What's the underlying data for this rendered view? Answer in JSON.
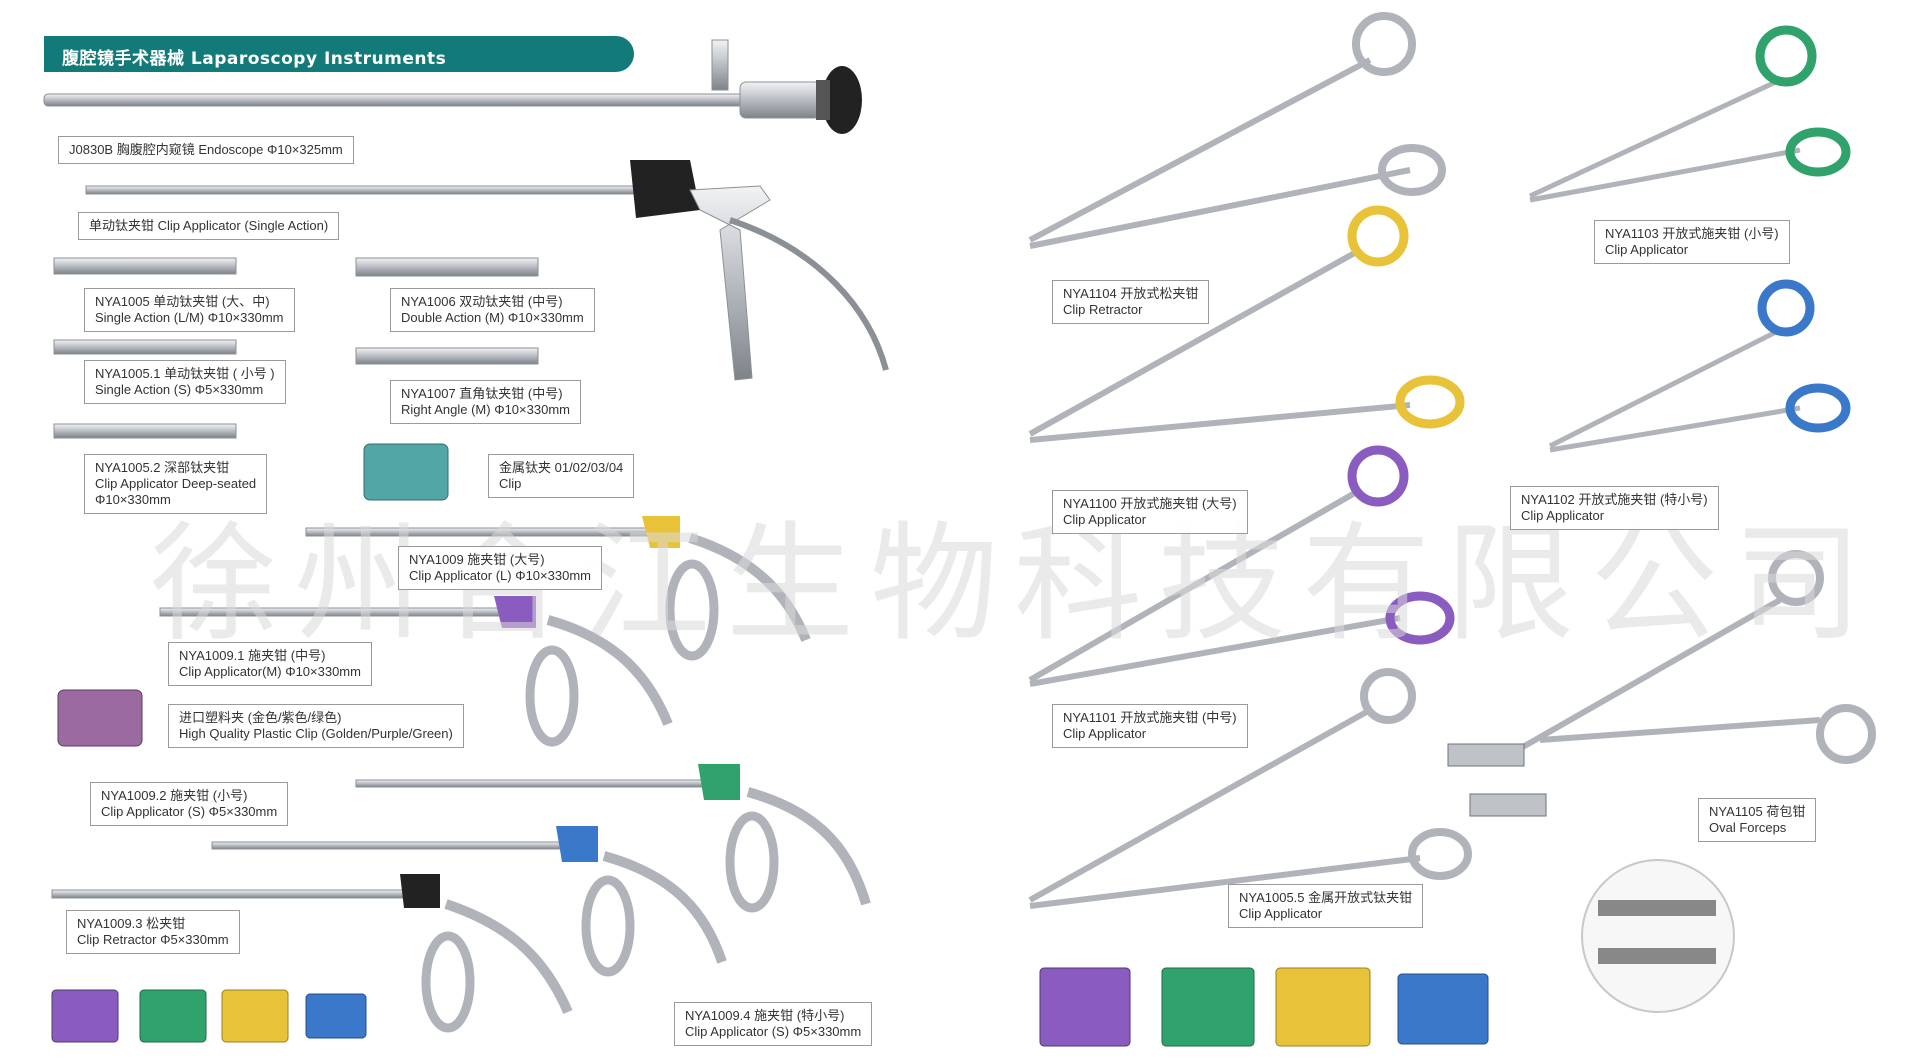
{
  "header": {
    "title": "腹腔镜手术器械 Laparoscopy Instruments"
  },
  "watermark": "徐州合江生物科技有限公司",
  "labels": [
    {
      "id": "j0830b",
      "lines": [
        "J0830B 胸腹腔内窥镜  Endoscope  Φ10×325mm"
      ]
    },
    {
      "id": "clip-single",
      "lines": [
        "单动钛夹钳 Clip Applicator (Single Action)"
      ]
    },
    {
      "id": "nya1005",
      "lines": [
        "NYA1005  单动钛夹钳 (大、中)",
        "Single Action (L/M)   Φ10×330mm"
      ]
    },
    {
      "id": "nya1006",
      "lines": [
        "NYA1006  双动钛夹钳 (中号)",
        "Double Action (M)   Φ10×330mm"
      ]
    },
    {
      "id": "nya1005-1",
      "lines": [
        "NYA1005.1  单动钛夹钳 ( 小号 )",
        "Single Action (S)   Φ5×330mm"
      ]
    },
    {
      "id": "nya1007",
      "lines": [
        "NYA1007  直角钛夹钳 (中号)",
        "Right Angle (M)  Φ10×330mm"
      ]
    },
    {
      "id": "nya1005-2",
      "lines": [
        "NYA1005.2 深部钛夹钳",
        "Clip Applicator Deep-seated",
        "Φ10×330mm"
      ]
    },
    {
      "id": "metal-clip",
      "lines": [
        "金属钛夹 01/02/03/04",
        "Clip"
      ]
    },
    {
      "id": "nya1009",
      "lines": [
        "NYA1009  施夹钳 (大号)",
        "Clip Applicator (L)   Φ10×330mm"
      ]
    },
    {
      "id": "nya1009-1",
      "lines": [
        "NYA1009.1  施夹钳 (中号)",
        "Clip Applicator(M)   Φ10×330mm"
      ]
    },
    {
      "id": "plastic-clip",
      "lines": [
        "进口塑料夹 (金色/紫色/绿色)",
        "High Quality Plastic Clip (Golden/Purple/Green)"
      ]
    },
    {
      "id": "nya1009-2",
      "lines": [
        "NYA1009.2  施夹钳 (小号)",
        "Clip Applicator (S)   Φ5×330mm"
      ]
    },
    {
      "id": "nya1009-3",
      "lines": [
        "NYA1009.3  松夹钳",
        "Clip Retractor   Φ5×330mm"
      ]
    },
    {
      "id": "nya1009-4",
      "lines": [
        "NYA1009.4  施夹钳 (特小号)",
        "Clip Applicator (S)   Φ5×330mm"
      ]
    },
    {
      "id": "nya1104",
      "lines": [
        "NYA1104 开放式松夹钳",
        "Clip Retractor"
      ]
    },
    {
      "id": "nya1103",
      "lines": [
        "NYA1103  开放式施夹钳 (小号)",
        "Clip Applicator"
      ]
    },
    {
      "id": "nya1100",
      "lines": [
        "NYA1100  开放式施夹钳 (大号)",
        "Clip Applicator"
      ]
    },
    {
      "id": "nya1102",
      "lines": [
        "NYA1102  开放式施夹钳 (特小号)",
        "Clip Applicator"
      ]
    },
    {
      "id": "nya1101",
      "lines": [
        "NYA1101  开放式施夹钳 (中号)",
        "Clip Applicator"
      ]
    },
    {
      "id": "nya1105",
      "lines": [
        "NYA1105  荷包钳",
        "Oval Forceps"
      ]
    },
    {
      "id": "nya1005-5",
      "lines": [
        "NYA1005.5  金属开放式钛夹钳",
        "Clip Applicator"
      ]
    }
  ],
  "colors": {
    "teal": "#127a78",
    "steel": "#c9ccd0",
    "steel_dark": "#8b9096",
    "gold": "#e8c33a",
    "purple": "#8a5cc0",
    "green": "#2fa36b",
    "blue": "#3a78c9",
    "black": "#222222"
  }
}
